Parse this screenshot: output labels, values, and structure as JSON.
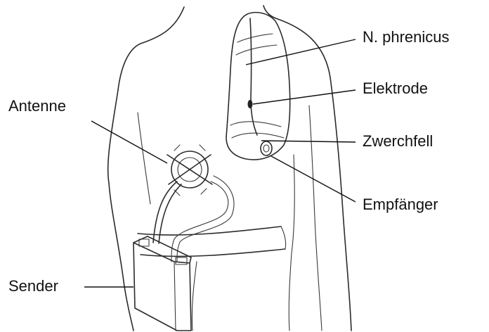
{
  "labels": {
    "phrenicus": "N. phrenicus",
    "elektrode": "Elektrode",
    "zwerchfell": "Zwerchfell",
    "empfaenger": "Empfänger",
    "antenne": "Antenne",
    "sender": "Sender"
  }
}
